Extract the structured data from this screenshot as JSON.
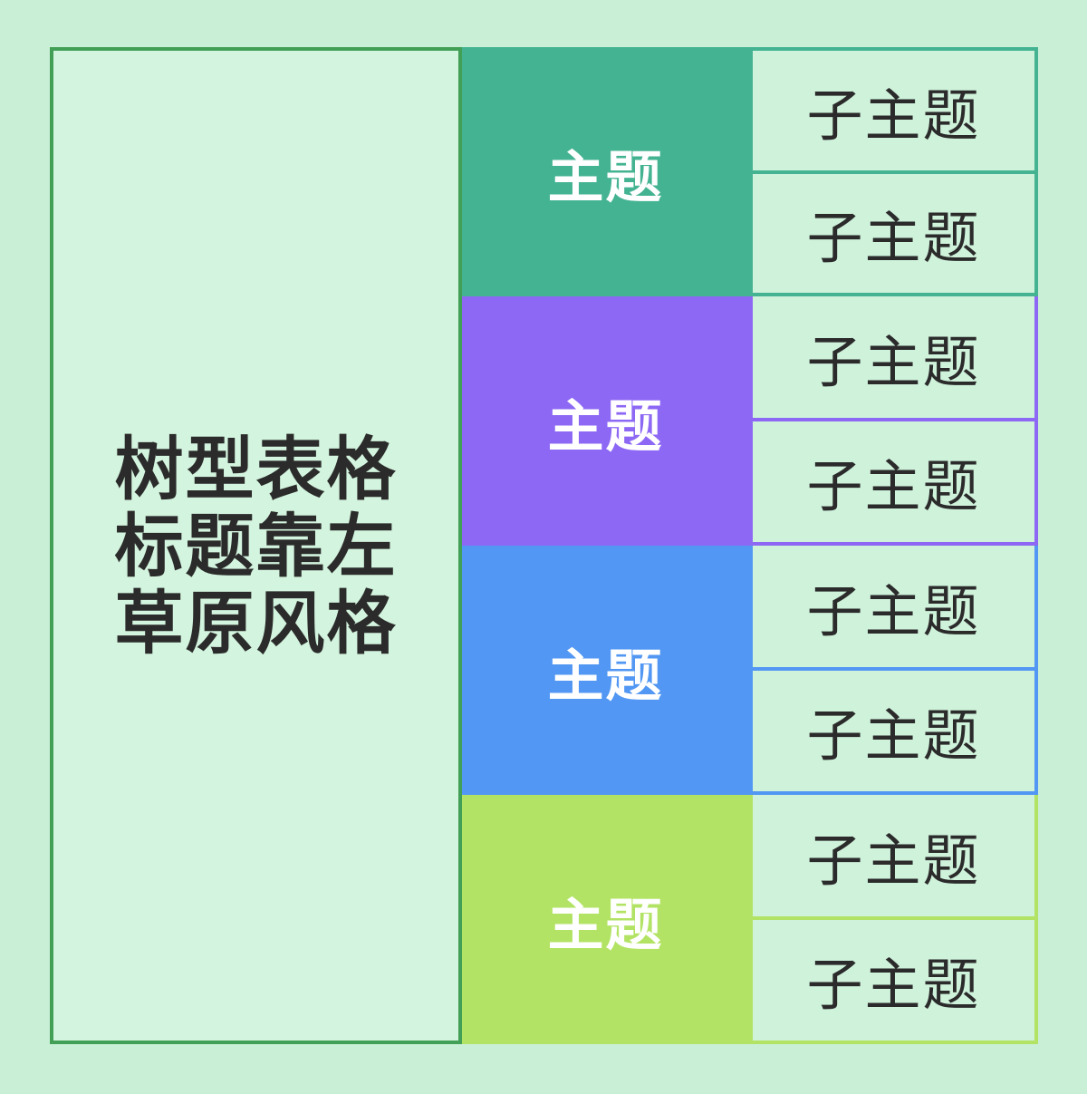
{
  "style_name": "grassland",
  "colors": {
    "page_background": "#c9efd7",
    "title_cell_fill": "#d3f4de",
    "title_cell_border": "#42a056",
    "subtopic_fill": "#cff2db",
    "dark_text": "#2b2b2b",
    "topic_text": "#ffffff"
  },
  "root": {
    "lines": [
      "树型表格",
      "标题靠左",
      "草原风格"
    ]
  },
  "groups": [
    {
      "topic": "主题",
      "color": "#44b392",
      "subtopics": [
        "子主题",
        "子主题"
      ]
    },
    {
      "topic": "主题",
      "color": "#8d68f5",
      "subtopics": [
        "子主题",
        "子主题"
      ]
    },
    {
      "topic": "主题",
      "color": "#5297f3",
      "subtopics": [
        "子主题",
        "子主题"
      ]
    },
    {
      "topic": "主题",
      "color": "#b2e364",
      "subtopics": [
        "子主题",
        "子主题"
      ]
    }
  ]
}
